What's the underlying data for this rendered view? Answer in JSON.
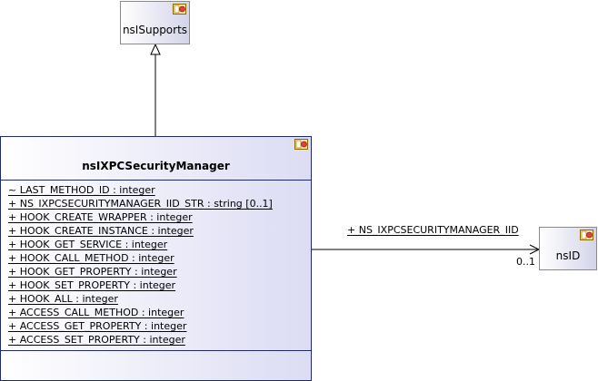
{
  "classes": {
    "supports": {
      "name": "nsISupports"
    },
    "manager": {
      "name": "nsIXPCSecurityManager",
      "attributes": [
        "~ LAST_METHOD_ID : integer",
        "+ NS_IXPCSECURITYMANAGER_IID_STR : string [0..1]",
        "+ HOOK_CREATE_WRAPPER : integer",
        "+ HOOK_CREATE_INSTANCE : integer",
        "+ HOOK_GET_SERVICE : integer",
        "+ HOOK_CALL_METHOD : integer",
        "+ HOOK_GET_PROPERTY : integer",
        "+ HOOK_SET_PROPERTY : integer",
        "+ HOOK_ALL : integer",
        "+ ACCESS_CALL_METHOD : integer",
        "+ ACCESS_GET_PROPERTY : integer",
        "+ ACCESS_SET_PROPERTY : integer"
      ]
    },
    "nsid": {
      "name": "nsID"
    }
  },
  "association": {
    "role": "+ NS_IXPCSECURITYMANAGER_IID",
    "multiplicity": "0..1"
  },
  "icons": {
    "class_icon": "uml-class-icon",
    "inherit_arrow": "generalization-arrow",
    "assoc_arrow": "association-arrow"
  },
  "colors": {
    "border": "#1f2a6e",
    "gradient_end": "#dcdcf4",
    "line": "#000000"
  }
}
